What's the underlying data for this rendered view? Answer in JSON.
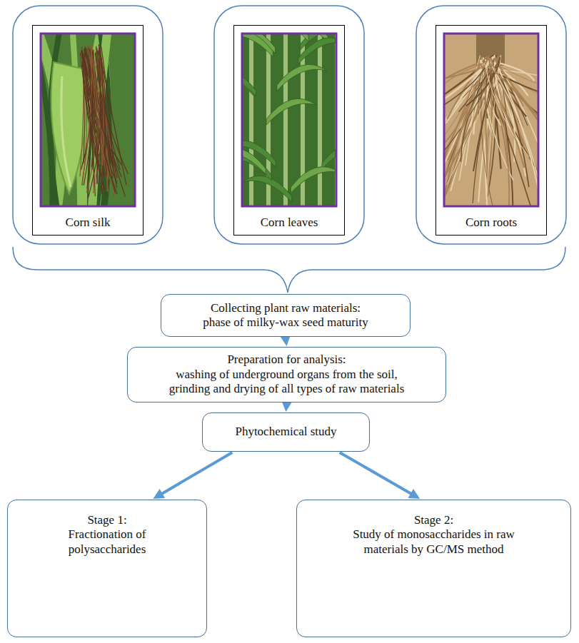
{
  "diagram": {
    "nodes": [
      {
        "text": [
          "Corn silk"
        ]
      },
      {
        "text": [
          "Corn leaves"
        ]
      },
      {
        "text": [
          "Corn roots"
        ]
      },
      {
        "text": [
          "Collecting plant raw materials:",
          "phase of milky-wax seed maturity"
        ]
      },
      {
        "text": [
          "Preparation for analysis:",
          "washing of underground organs from the soil, grinding and drying of all types of raw materials"
        ]
      },
      {
        "text": [
          "Phytochemical study"
        ]
      },
      {
        "text": [
          "Stage 1:",
          "Fractionation of polysaccharides"
        ]
      },
      {
        "text": [
          "Stage 2:",
          "Study of monosaccharides in raw materials by GC/MS method"
        ]
      }
    ],
    "edges": [
      {
        "from": 3,
        "to": 4,
        "arrow": "to"
      },
      {
        "from": 4,
        "to": 5,
        "arrow": "to"
      },
      {
        "from": 5,
        "to": 6,
        "arrow": "to"
      },
      {
        "from": 5,
        "to": 7,
        "arrow": "to"
      }
    ]
  }
}
